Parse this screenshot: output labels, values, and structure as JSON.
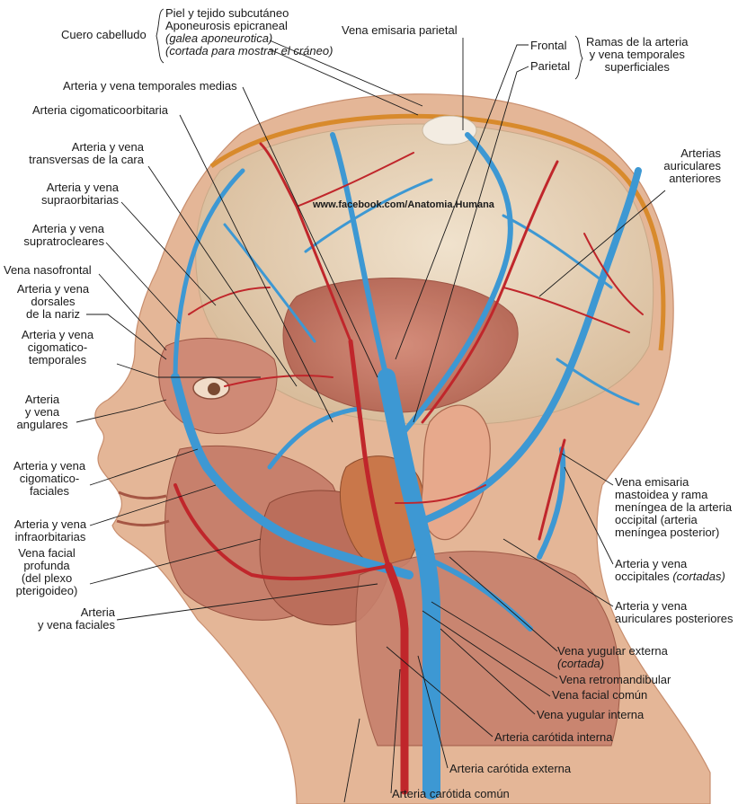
{
  "watermark": "www.facebook.com/Anatomia.Humana",
  "colors": {
    "artery": "#c0262b",
    "vein": "#3d98d3",
    "skin": "#e6b89a",
    "muscle": "#c97a68",
    "skull": "#ead9c2"
  },
  "labels": {
    "cuero_cabelludo": "Cuero cabelludo",
    "scalp_l1": "Piel y tejido subcutáneo",
    "scalp_l2": "Aponeurosis epicraneal",
    "scalp_l3": "(galea aponeurotica)",
    "scalp_l4": "(cortada para mostrar el cráneo)",
    "emisaria_parietal": "Vena emisaria parietal",
    "frontal": "Frontal",
    "parietal": "Parietal",
    "ramas_l1": "Ramas de la arteria",
    "ramas_l2": "y vena temporales",
    "ramas_l3": "superficiales",
    "temporales_medias": "Arteria y vena temporales medias",
    "cigomaticoorbitaria": "Arteria cigomaticoorbitaria",
    "transversas_l1": "Arteria y vena",
    "transversas_l2": "transversas de la cara",
    "supraorbitarias_l1": "Arteria y vena",
    "supraorbitarias_l2": "supraorbitarias",
    "supratrocleares_l1": "Arteria y vena",
    "supratrocleares_l2": "supratrocleares",
    "nasofrontal": "Vena nasofrontal",
    "dorsales_l1": "Arteria y vena",
    "dorsales_l2": "dorsales",
    "dorsales_l3": "de la nariz",
    "cigtemp_l1": "Arteria y vena",
    "cigtemp_l2": "cigomatico-",
    "cigtemp_l3": "temporales",
    "angulares_l1": "Arteria",
    "angulares_l2": "y vena",
    "angulares_l3": "angulares",
    "cigfac_l1": "Arteria y vena",
    "cigfac_l2": "cigomatico-",
    "cigfac_l3": "faciales",
    "infraorb_l1": "Arteria y vena",
    "infraorb_l2": "infraorbitarias",
    "vfp_l1": "Vena facial",
    "vfp_l2": "profunda",
    "vfp_l3": "(del plexo",
    "vfp_l4": "pterigoideo)",
    "faciales_l1": "Arteria",
    "faciales_l2": "y vena faciales",
    "auric_ant_l1": "Arterias",
    "auric_ant_l2": "auriculares",
    "auric_ant_l3": "anteriores",
    "mastoidea_l1": "Vena emisaria",
    "mastoidea_l2": "mastoidea y rama",
    "mastoidea_l3": "meníngea de la arteria",
    "mastoidea_l4": "occipital (arteria",
    "mastoidea_l5": "meníngea posterior)",
    "occipitales_l1": "Arteria y vena",
    "occipitales_l2": "occipitales ",
    "occipitales_cut": "(cortadas)",
    "auric_post_l1": "Arteria y vena",
    "auric_post_l2": "auriculares posteriores",
    "yug_ext_l1": "Vena yugular externa",
    "yug_ext_l2": "(cortada)",
    "retromandibular": "Vena retromandibular",
    "facial_comun": "Vena facial común",
    "yugular_interna": "Vena yugular interna",
    "carotida_interna": "Arteria carótida interna",
    "carotida_externa": "Arteria carótida externa",
    "carotida_comun": "Arteria carótida común"
  }
}
